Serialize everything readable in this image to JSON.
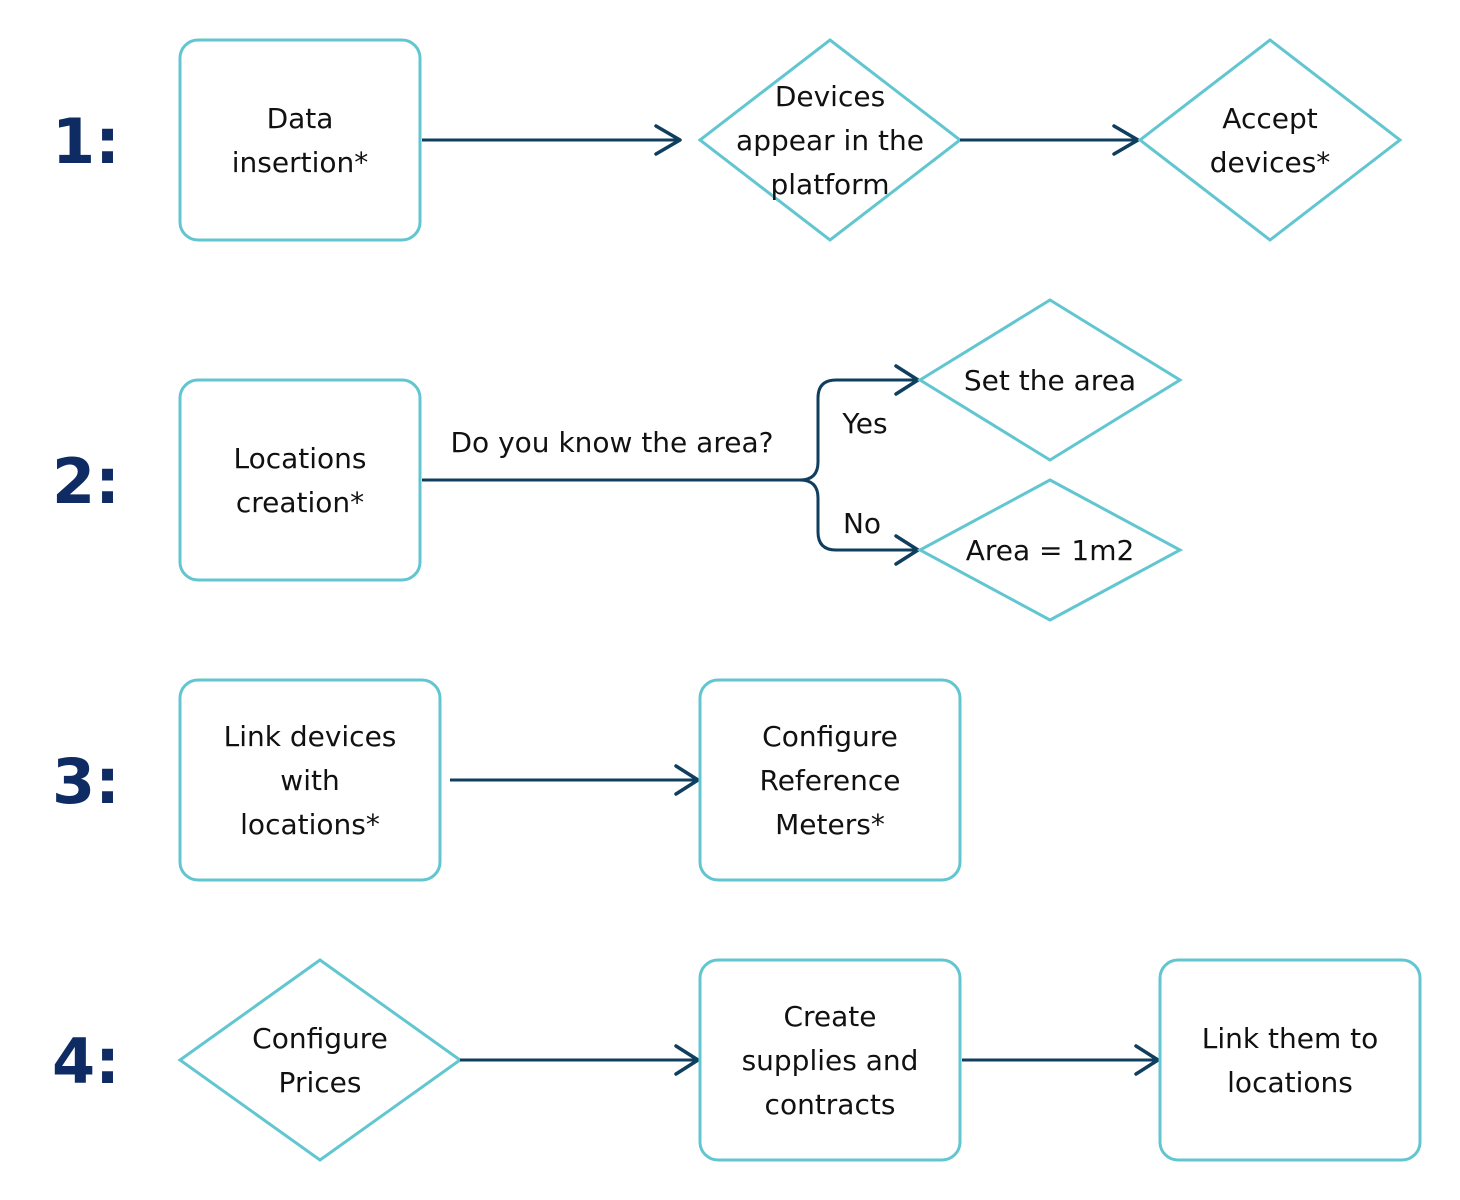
{
  "steps": [
    {
      "number": "1:",
      "nodes": {
        "data_insertion": [
          "Data",
          "insertion*"
        ],
        "devices_appear": [
          "Devices",
          "appear in the",
          "platform"
        ],
        "accept_devices": [
          "Accept",
          "devices*"
        ]
      }
    },
    {
      "number": "2:",
      "nodes": {
        "locations_creation": [
          "Locations",
          "creation*"
        ],
        "set_area": [
          "Set the area"
        ],
        "area_default": [
          "Area = 1m2"
        ]
      },
      "labels": {
        "question": "Do you know the area?",
        "yes": "Yes",
        "no": "No"
      }
    },
    {
      "number": "3:",
      "nodes": {
        "link_devices": [
          "Link devices",
          "with",
          "locations*"
        ],
        "reference_meters": [
          "Configure",
          "Reference",
          "Meters*"
        ]
      }
    },
    {
      "number": "4:",
      "nodes": {
        "configure_prices": [
          "Configure",
          "Prices"
        ],
        "supplies_contracts": [
          "Create",
          "supplies and",
          "contracts"
        ],
        "link_locations": [
          "Link them to",
          "locations"
        ]
      }
    }
  ],
  "colors": {
    "node_border": "#62c6d1",
    "connector": "#0f3e5e",
    "step_number": "#0f2b63",
    "text": "#111111"
  }
}
